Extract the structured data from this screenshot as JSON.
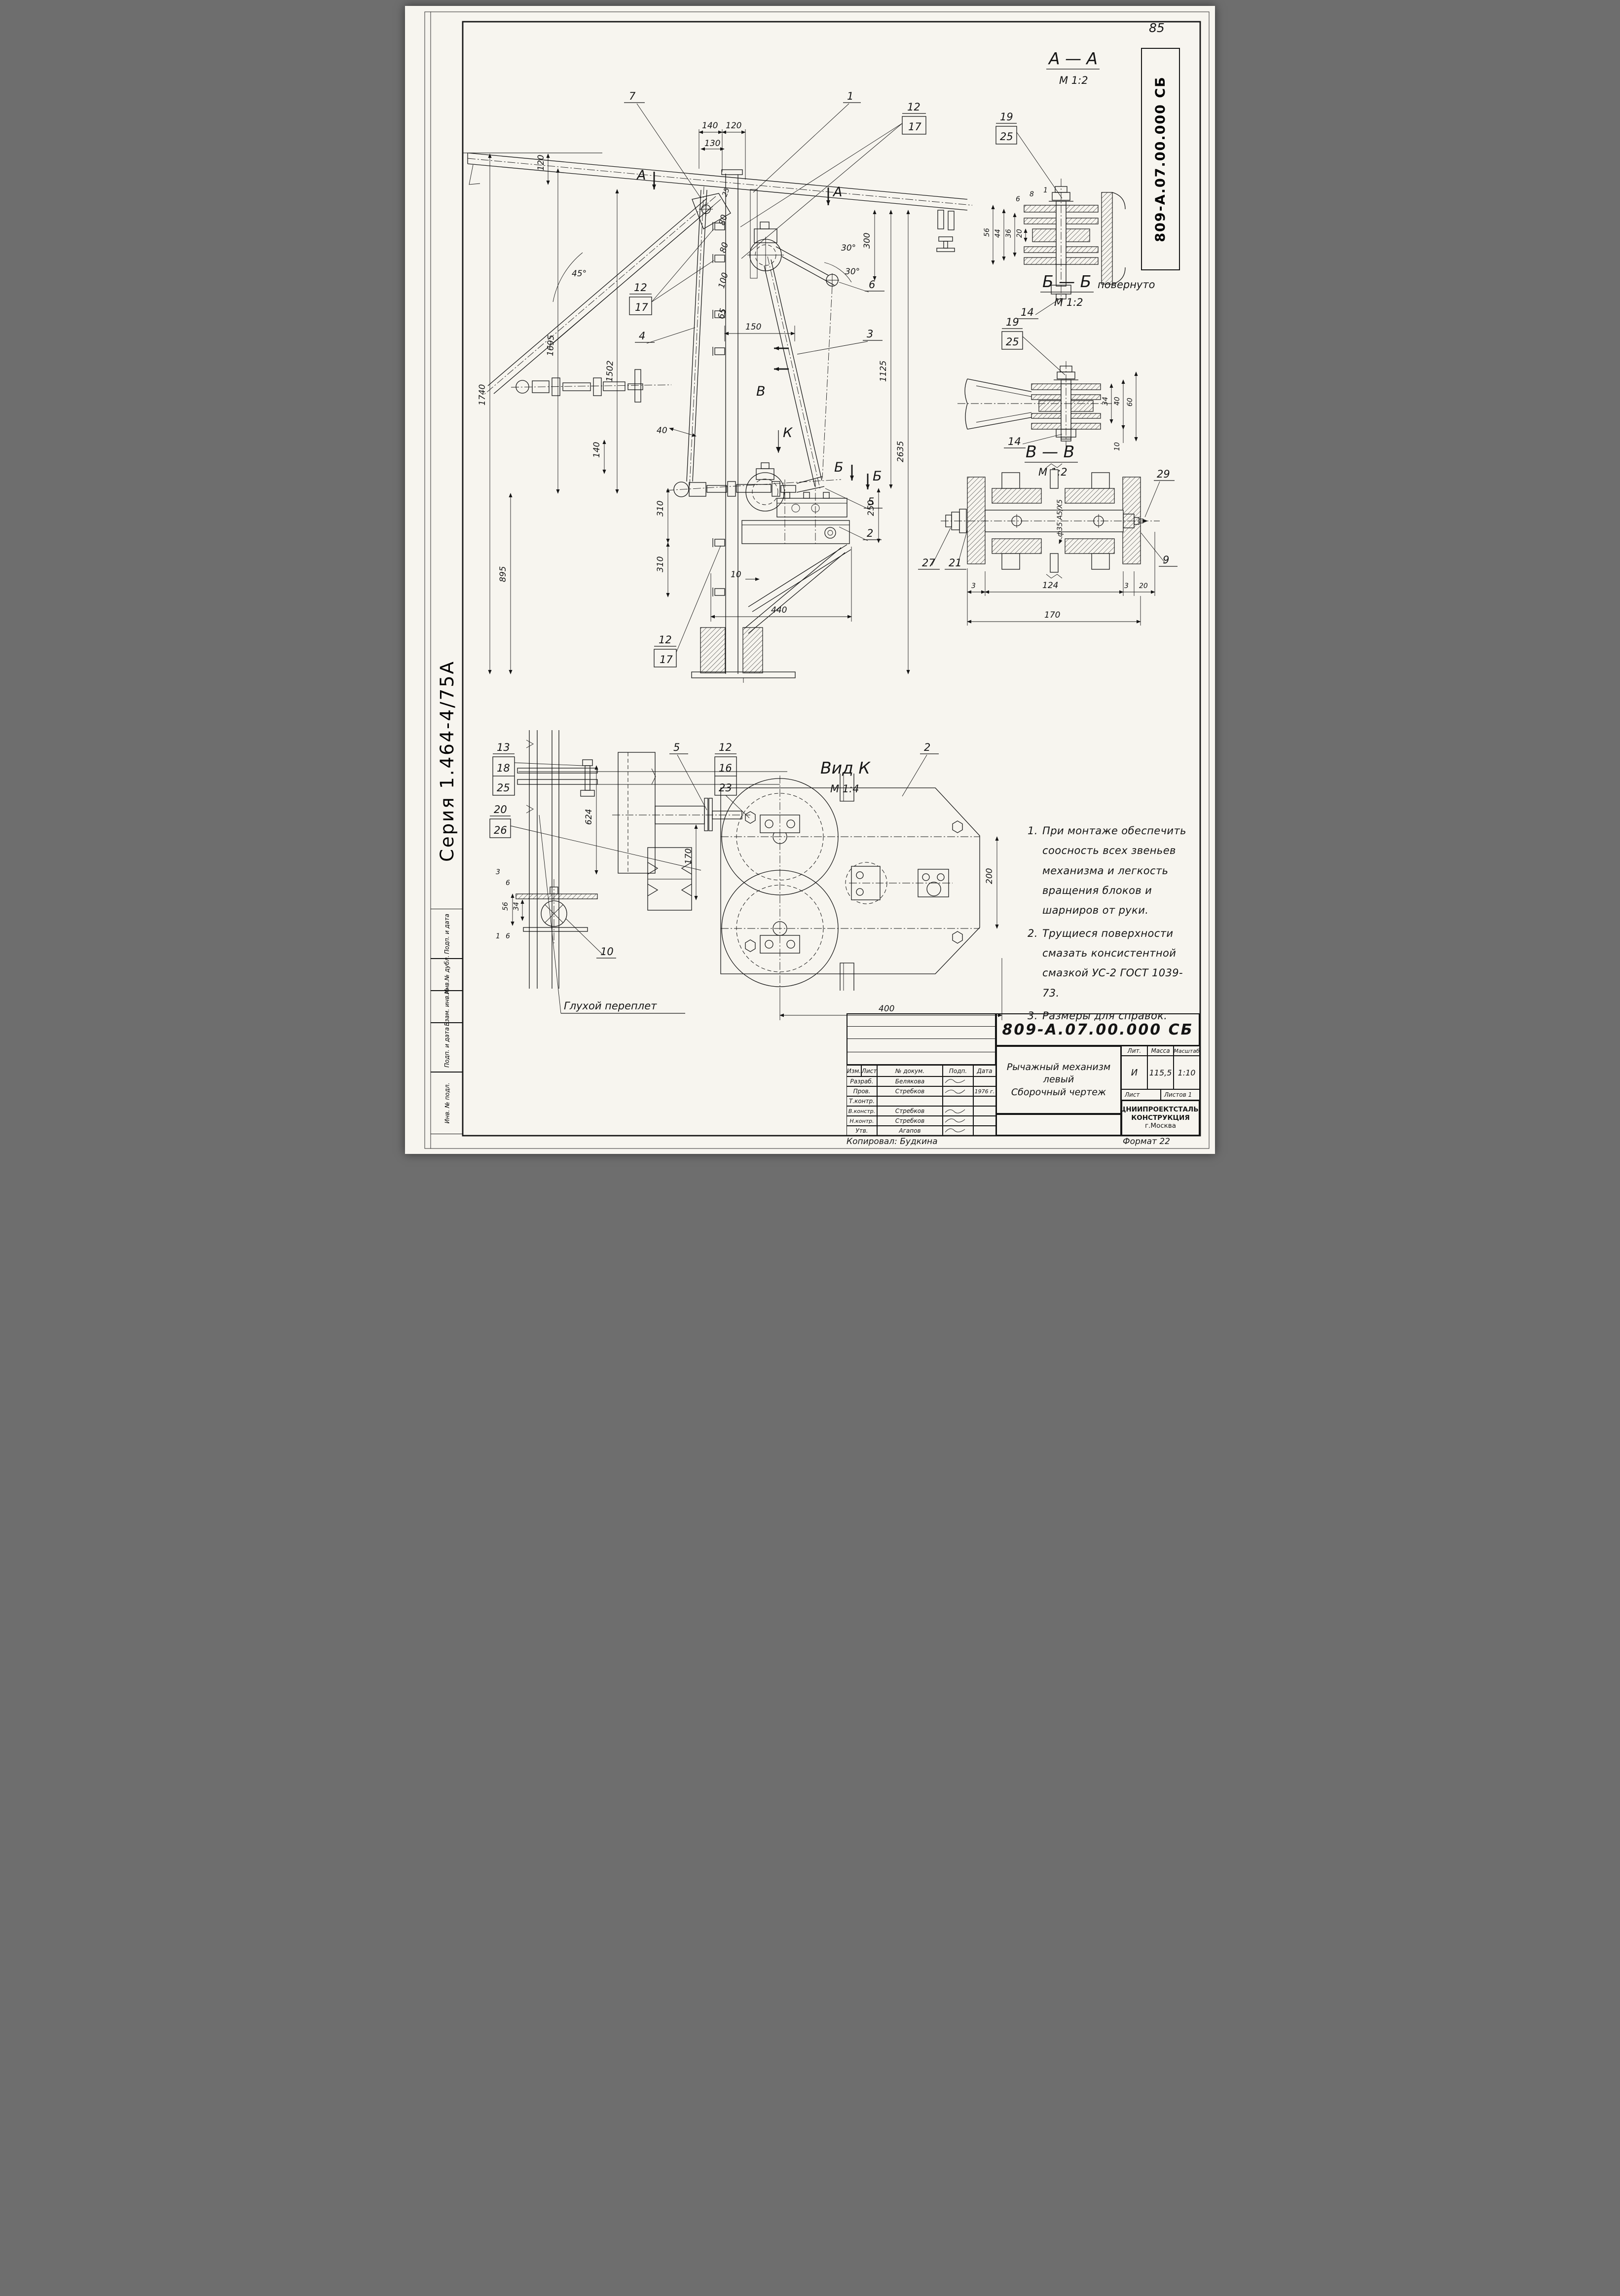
{
  "page": {
    "sheet_number": "85",
    "doc_code": "809-А.07.00.000 СБ",
    "series": "Серия 1.464-4/75А"
  },
  "margin": {
    "cells": [
      "Подп. и дата",
      "Инв.№ дубл.",
      "Взам. инв.№",
      "Подп. и дата",
      "Инв. № подл."
    ]
  },
  "mv": {
    "marks": {
      "a": "А",
      "b": "Б",
      "v": "В",
      "k": "К"
    },
    "dims": {
      "top140": "140",
      "top120": "120",
      "top130": "130",
      "s25": "25",
      "s80a": "80",
      "s80b": "80",
      "s100": "100",
      "s65": "65",
      "left120": "120",
      "h1740": "1740",
      "h1695": "1695",
      "h1502": "1502",
      "d150": "150",
      "d40": "40",
      "a45": "45°",
      "a30a": "30°",
      "a30b": "30°",
      "r300": "300",
      "r1125": "1125",
      "r2635": "2635",
      "r250": "250",
      "b140": "140",
      "b310a": "310",
      "b310b": "310",
      "b895": "895",
      "b10": "10",
      "b440": "440"
    },
    "callouts": {
      "c7": "7",
      "c12a": "12",
      "c17a": "17",
      "c1": "1",
      "c12b": "12",
      "c17b": "17",
      "c4": "4",
      "c3": "3",
      "c6": "6",
      "c5": "5",
      "c2": "2",
      "c12c": "12",
      "c17c": "17"
    }
  },
  "aa": {
    "title": "А — А",
    "scale": "М 1:2",
    "c19": "19",
    "c25": "25",
    "c14": "14",
    "d6": "6",
    "d8": "8",
    "d1": "1",
    "d56": "56",
    "d44": "44",
    "d36": "36",
    "d20": "20"
  },
  "bb": {
    "title": "Б — Б",
    "note": "повернуто",
    "scale": "М 1:2",
    "c19": "19",
    "c25": "25",
    "c14": "14",
    "d34": "34",
    "d40": "40",
    "d60": "60",
    "d10": "10"
  },
  "vv": {
    "title": "В — В",
    "scale": "М 1:2",
    "c29": "29",
    "c27": "27",
    "c21": "21",
    "c9": "9",
    "d3a": "3",
    "d124": "124",
    "d3b": "3",
    "d20": "20",
    "d170": "170",
    "fit": "ф35 А5/Х5"
  },
  "vk": {
    "title": "Вид К",
    "scale": "М 1:4",
    "c13": "13",
    "c18": "18",
    "c25": "25",
    "c5": "5",
    "c12": "12",
    "c16": "16",
    "c23": "23",
    "c2": "2",
    "c20": "20",
    "c26": "26",
    "c10": "10",
    "d624": "624",
    "d170": "170",
    "d3": "3",
    "d6a": "6",
    "d56": "56",
    "d34": "34",
    "d1": "1",
    "d6b": "6",
    "d200": "200",
    "d400": "400",
    "glukhoy": "Глухой переплет"
  },
  "notes": {
    "items": [
      {
        "num": "1.",
        "text": "При монтаже обеспечить соосность всех звеньев механизма и легкость вращения блоков и шарниров от руки."
      },
      {
        "num": "2.",
        "text": "Трущиеся поверхности смазать консистентной смазкой УС-2 ГОСТ 1039-73."
      },
      {
        "num": "3.",
        "text": "Размеры для справок."
      }
    ]
  },
  "tb": {
    "doc_code": "809-А.07.00.000 СБ",
    "name_line1": "Рычажный механизм",
    "name_line2": "левый",
    "name_line3": "Сборочный чертеж",
    "h_izm": "Изм.",
    "h_list": "Лист",
    "h_ndoc": "№ докум.",
    "h_podp": "Подп.",
    "h_data": "Дата",
    "r1_role": "Разраб.",
    "r1_name": "Белякова",
    "r2_role": "Пров.",
    "r2_name": "Стребков",
    "r2_date": "1976 г.",
    "r3_role": "Т.контр.",
    "r3_name": "",
    "r4_role": "В.констр.",
    "r4_name": "Стребков",
    "r5_role": "Н.контр.",
    "r5_name": "Стребков",
    "r6_role": "Утв.",
    "r6_name": "Агапов",
    "lit_h": "Лит.",
    "mass_h": "Масса",
    "scale_h": "Масштаб",
    "lit_v": "И",
    "mass_v": "115,5",
    "scale_v": "1:10",
    "sheet": "Лист",
    "sheets": "Листов 1",
    "org1": "ЦНИИПРОЕКТСТАЛЬ-",
    "org2": "КОНСТРУКЦИЯ",
    "org3": "г.Москва",
    "copied": "Копировал: Будкина",
    "format": "Формат 22"
  }
}
